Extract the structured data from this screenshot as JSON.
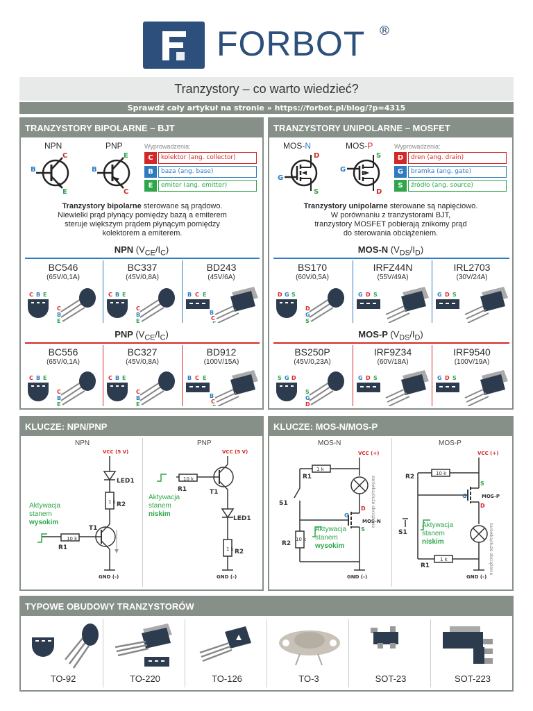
{
  "header": {
    "brand": "FORBOT",
    "reg": "®",
    "title": "Tranzystory – co warto wiedzieć?",
    "link": "Sprawdź cały artykuł na stronie » https://forbot.pl/blog/?p=4315"
  },
  "bjt": {
    "heading": "TRANZYSTORY BIPOLARNE – BJT",
    "npn_label": "NPN",
    "pnp_label": "PNP",
    "pins_title": "Wyprowadzenia:",
    "pins": [
      {
        "letter": "C",
        "text": "kolektor (ang. collector)",
        "color": "#d42828"
      },
      {
        "letter": "B",
        "text": "baza (ang. base)",
        "color": "#2e7bbf"
      },
      {
        "letter": "E",
        "text": "emiter (ang. emitter)",
        "color": "#2fa64b"
      }
    ],
    "desc_bold": "Tranzystory bipolarne",
    "desc_1": " sterowane są prądowo.",
    "desc_2": "Niewielki prąd płynący pomiędzy bazą a emiterem",
    "desc_3": "steruje większym prądem płynącym pomiędzy",
    "desc_4": "kolektorem a emiterem.",
    "npn_head": "NPN (VCE/IC)",
    "pnp_head": "PNP (VCE/IC)",
    "npn_parts": [
      {
        "name": "BC546",
        "spec": "(65V/0,1A)"
      },
      {
        "name": "BC337",
        "spec": "(45V/0,8A)"
      },
      {
        "name": "BD243",
        "spec": "(45V/6A)"
      }
    ],
    "pnp_parts": [
      {
        "name": "BC556",
        "spec": "(65V/0,1A)"
      },
      {
        "name": "BC327",
        "spec": "(45V/0,8A)"
      },
      {
        "name": "BD912",
        "spec": "(100V/15A)"
      }
    ]
  },
  "mosfet": {
    "heading": "TRANZYSTORY UNIPOLARNE – MOSFET",
    "mosn_label": "MOS-",
    "mosn_letter": "N",
    "mosp_label": "MOS-",
    "mosp_letter": "P",
    "pins_title": "Wyprowadzenia:",
    "pins": [
      {
        "letter": "D",
        "text": "dren (ang. drain)",
        "color": "#d42828"
      },
      {
        "letter": "G",
        "text": "bramka (ang. gate)",
        "color": "#2e7bbf"
      },
      {
        "letter": "S",
        "text": "źródło (ang. source)",
        "color": "#2fa64b"
      }
    ],
    "desc_bold": "Tranzystory unipolarne",
    "desc_1": " sterowane są napięciowo.",
    "desc_2": "W porównaniu z tranzystorami BJT,",
    "desc_3": "tranzystory MOSFET pobierają znikomy prąd",
    "desc_4": "do sterowania obciążeniem.",
    "mosn_head": "MOS-N (VDS/ID)",
    "mosp_head": "MOS-P (VDS/ID)",
    "mosn_parts": [
      {
        "name": "BS170",
        "spec": "(60V/0,5A)"
      },
      {
        "name": "IRFZ44N",
        "spec": "(55V/49A)"
      },
      {
        "name": "IRL2703",
        "spec": "(30V/24A)"
      }
    ],
    "mosp_parts": [
      {
        "name": "BS250P",
        "spec": "(45V/0,23A)"
      },
      {
        "name": "IRF9Z34",
        "spec": "(60V/18A)"
      },
      {
        "name": "IRF9540",
        "spec": "(100V/19A)"
      }
    ]
  },
  "keys_bjt": {
    "heading": "KLUCZE: NPN/PNP",
    "npn": "NPN",
    "pnp": "PNP",
    "vcc": "VCC (5 V)",
    "gnd": "GND (-)",
    "led": "LED1",
    "r1": "R1",
    "r2": "R2",
    "t1": "T1",
    "r10k": "10 k",
    "r1k": "1 k",
    "act1": "Aktywacja",
    "act2": "stanem",
    "high": "wysokim",
    "low": "niskim"
  },
  "keys_mos": {
    "heading": "KLUCZE: MOS-N/MOS-P",
    "mosn": "MOS-N",
    "mosp": "MOS-P",
    "vcc": "VCC (+)",
    "gnd": "GND (-)",
    "s1": "S1",
    "r1": "R1",
    "r2": "R2",
    "r10k": "10 k",
    "r1k": "1 k",
    "load": "zarówka/duże obciążenie",
    "act1": "Aktywacja",
    "act2": "stanem",
    "high": "wysokim",
    "low": "niskim",
    "mosn_tag": "MOS-N",
    "mosp_tag": "MOS-P"
  },
  "packages": {
    "heading": "TYPOWE OBUDOWY TRANZYSTORÓW",
    "items": [
      "TO-92",
      "TO-220",
      "TO-126",
      "TO-3",
      "SOT-23",
      "SOT-223"
    ]
  },
  "colors": {
    "brand": "#2c4f7c",
    "panel": "#868f88",
    "red": "#d42828",
    "blue": "#2e7bbf",
    "green": "#2fa64b",
    "part_dark": "#2d3b4e"
  }
}
